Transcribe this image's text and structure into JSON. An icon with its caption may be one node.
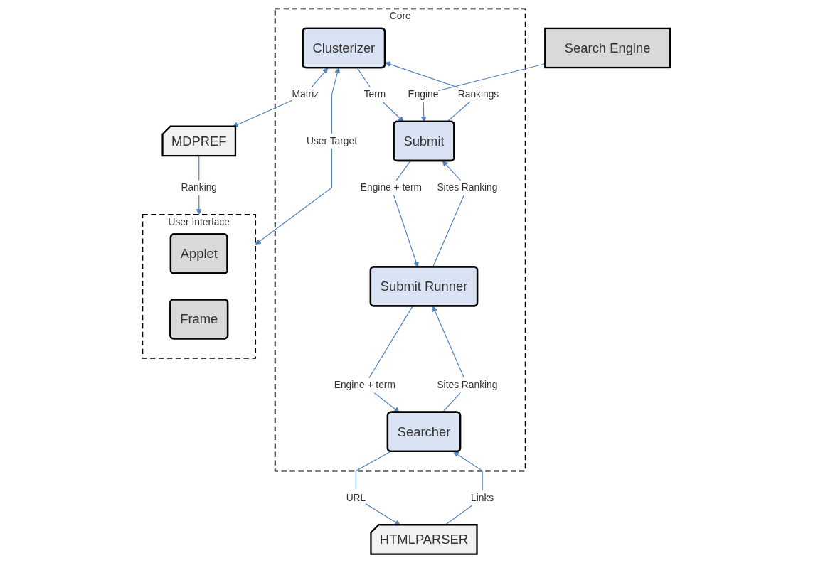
{
  "diagram": {
    "nodes": [
      {
        "text": [
          "Core"
        ]
      },
      {
        "text": [
          "Clusterizer"
        ],
        "in": 0
      },
      {
        "text": [
          "Submit"
        ],
        "in": 0
      },
      {
        "text": [
          "Searcher"
        ],
        "in": 0
      },
      {
        "text": [
          "Submit Runner"
        ],
        "in": 0
      },
      {
        "text": [
          "MDPREF"
        ]
      },
      {
        "text": [
          "User Interface"
        ]
      },
      {
        "text": [
          "Applet"
        ],
        "in": 6
      },
      {
        "text": [
          "Frame"
        ],
        "in": 6
      },
      {
        "text": [
          "Search Engine"
        ]
      },
      {
        "text": [
          "HTMLPARSER"
        ]
      }
    ],
    "edges": [
      {
        "from": 1,
        "to": 5,
        "label": "Matriz",
        "arrow": "both"
      },
      {
        "from": 5,
        "to": 6,
        "label": "Ranking",
        "arrow": "to"
      },
      {
        "from": 1,
        "to": 6,
        "label": "User Target",
        "arrow": "both"
      },
      {
        "from": 1,
        "to": 2,
        "label": "Term",
        "arrow": "to"
      },
      {
        "from": 2,
        "to": 1,
        "label": "Rankings",
        "arrow": "to"
      },
      {
        "from": 9,
        "to": 2,
        "label": "Engine",
        "arrow": "to"
      },
      {
        "from": 2,
        "to": 4,
        "label": "Engine + term",
        "arrow": "to"
      },
      {
        "from": 4,
        "to": 2,
        "label": "Sites Ranking",
        "arrow": "to"
      },
      {
        "from": 4,
        "to": 3,
        "label": "Engine + term",
        "arrow": "to"
      },
      {
        "from": 3,
        "to": 4,
        "label": "Sites Ranking",
        "arrow": "to"
      },
      {
        "from": 3,
        "to": 10,
        "label": "URL",
        "arrow": "to"
      },
      {
        "from": 10,
        "to": 3,
        "label": "Links",
        "arrow": "to"
      }
    ]
  }
}
